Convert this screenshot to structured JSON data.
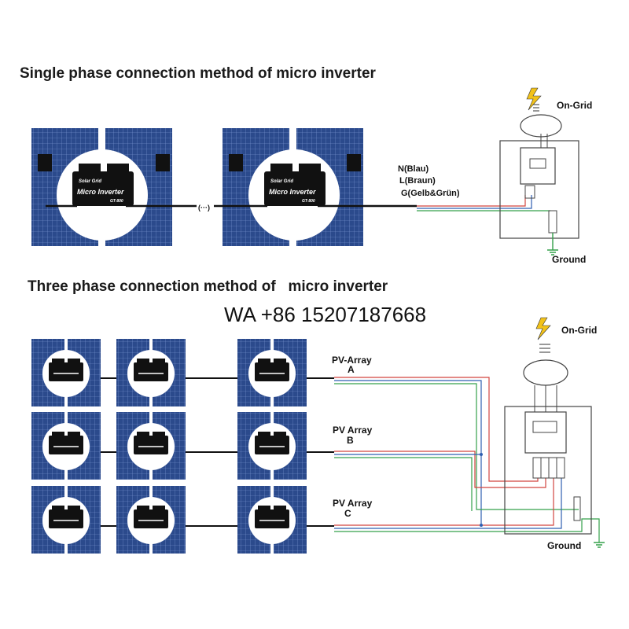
{
  "single_phase": {
    "title": "Single phase connection method of micro inverter",
    "ellipsis": "(···)",
    "wires": {
      "n": "N(Blau)",
      "l": "L(Braun)",
      "g": "G(Gelb&Grün)"
    },
    "on_grid": "On-Grid",
    "ground": "Ground"
  },
  "inverter": {
    "brand": "Solar Grid",
    "name": "Micro Inverter",
    "model": "GT-800"
  },
  "three_phase": {
    "title": "Three phase connection method of   micro inverter",
    "arrays": [
      {
        "line1": "PV-Array",
        "line2": "A"
      },
      {
        "line1": "PV Array",
        "line2": "B"
      },
      {
        "line1": "PV Array",
        "line2": "C"
      }
    ],
    "on_grid": "On-Grid",
    "ground": "Ground"
  },
  "contact": "WA +86 15207187668",
  "colors": {
    "panel": "#2b4a8c",
    "panel_grid": "#6f8fd0",
    "inverter": "#111111",
    "wire_red": "#d2453f",
    "wire_green": "#34a04a",
    "wire_blue": "#2f5fb0",
    "wire_brown": "#8a5a2b"
  }
}
